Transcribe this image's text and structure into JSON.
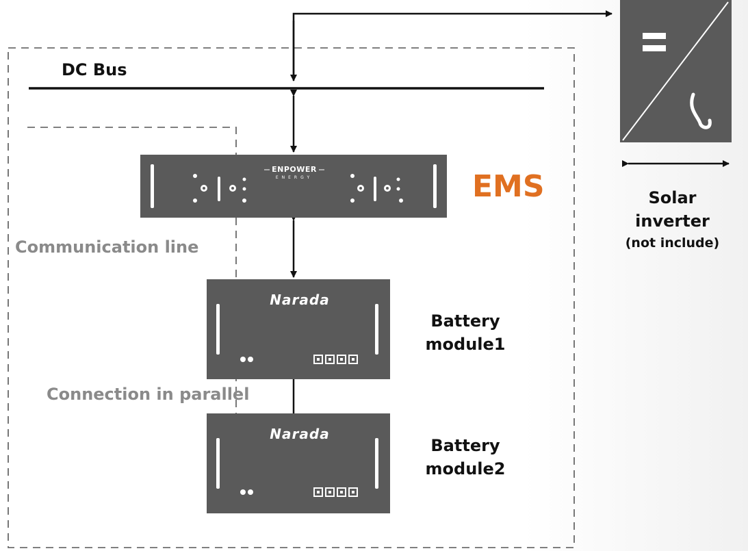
{
  "labels": {
    "dc_bus": "DC Bus",
    "ems": "EMS",
    "communication_line": "Communication line",
    "connection_in_parallel": "Connection in parallel",
    "battery_module_1": "Battery module1",
    "battery_module_2": "Battery module2",
    "solar_inverter_line1": "Solar",
    "solar_inverter_line2": "inverter",
    "solar_inverter_note": "(not include)"
  },
  "devices": {
    "ems_brand": "ENPOWER",
    "ems_brand_sub": "ENERGY",
    "battery_brand": "Narada"
  },
  "colors": {
    "device_gray": "#5a5a5a",
    "ems_accent": "#e07021",
    "muted_label": "#8a8a8a",
    "line": "#111111"
  }
}
